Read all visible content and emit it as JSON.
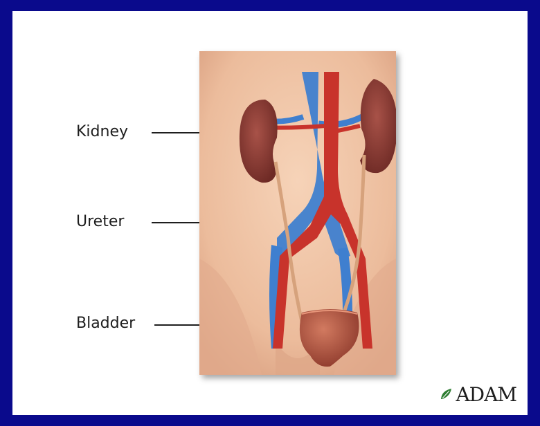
{
  "labels": {
    "kidney": "Kidney",
    "ureter": "Ureter",
    "bladder": "Bladder"
  },
  "logo": {
    "text": "ADAM",
    "icon": "leaf-icon"
  },
  "colors": {
    "frame": "#0a0a8c",
    "slide": "#ffffff",
    "skin": "#efc4a6",
    "artery": "#c8332b",
    "vein": "#3f7fcf",
    "kidney": "#8a3a33",
    "ureter": "#d6a27c",
    "bladder": "#b5533f"
  }
}
